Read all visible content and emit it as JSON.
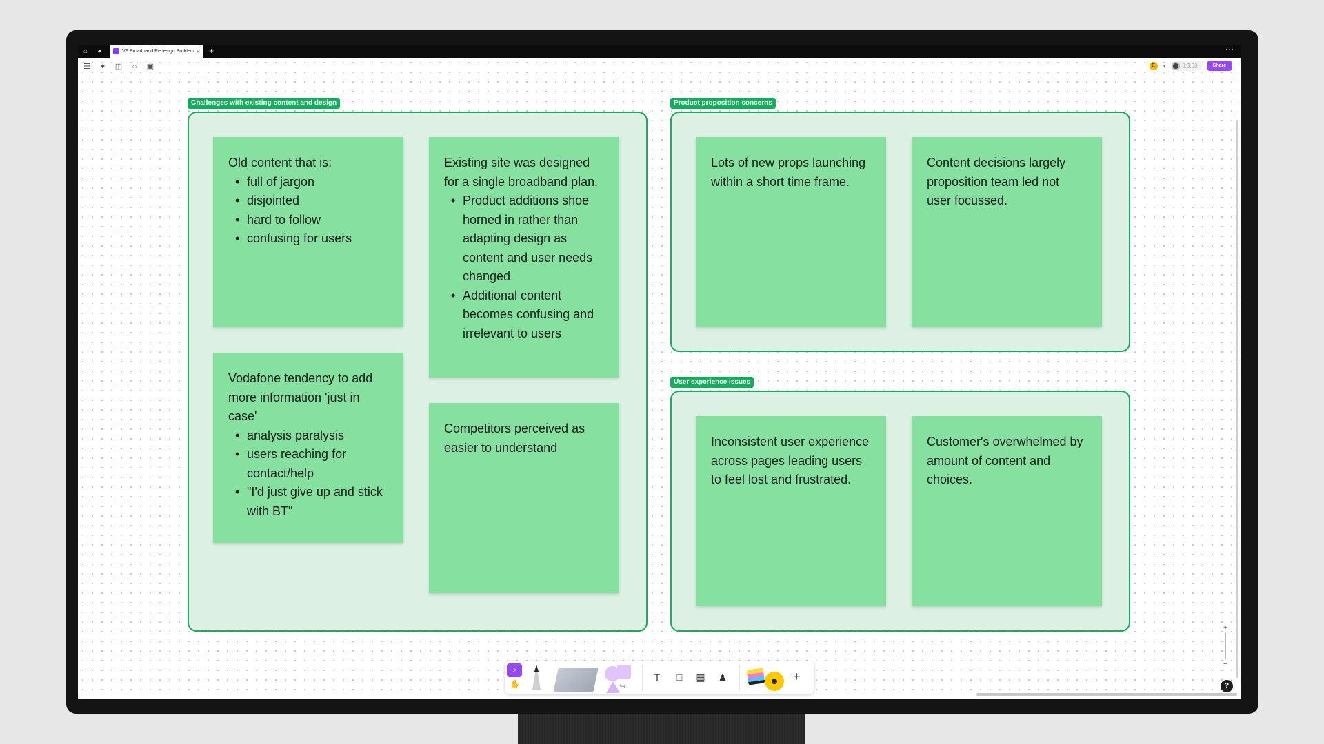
{
  "browser": {
    "tab_title": "VF Broadband Redesign Problem",
    "tab_close": "×",
    "new_tab": "+",
    "more": "···"
  },
  "top_toolbar": {
    "icons": [
      "menu-icon",
      "ai-sparkle-icon",
      "layout-icon",
      "comment-icon",
      "frame-icon"
    ],
    "presence_initial": "E",
    "timer": "0:3:00",
    "share_label": "Share",
    "accent_color": "#9747ff"
  },
  "sections": [
    {
      "label": "Challenges with existing content and design",
      "stickies": [
        {
          "intro": "Old content that is:",
          "bullets": [
            "full of jargon",
            "disjointed",
            "hard to follow",
            "confusing for users"
          ]
        },
        {
          "intro": "Existing site was designed for a single broadband plan.",
          "bullets": [
            "Product additions shoe horned in rather than adapting design as content and user needs changed",
            "Additional content becomes confusing and irrelevant to users"
          ]
        },
        {
          "intro": "Vodafone tendency to add more information 'just in case'",
          "bullets": [
            "analysis paralysis",
            "users reaching for contact/help",
            "\"I'd just give up and stick with BT\""
          ]
        },
        {
          "intro": "Competitors perceived as easier to understand",
          "bullets": []
        }
      ]
    },
    {
      "label": "Product proposition concerns",
      "stickies": [
        {
          "intro": "Lots of new props launching within a short time frame.",
          "bullets": []
        },
        {
          "intro": "Content decisions largely proposition team led not user focussed.",
          "bullets": []
        }
      ]
    },
    {
      "label": "User experience issues",
      "stickies": [
        {
          "intro": "Inconsistent user experience across pages leading users to feel lost and frustrated.",
          "bullets": []
        },
        {
          "intro": "Customer's overwhelmed by amount of content and choices.",
          "bullets": []
        }
      ]
    }
  ],
  "colors": {
    "section_border": "#14ae5c",
    "section_fill": "#dcf1e3",
    "sticky_fill": "#86e0a0"
  },
  "bottom_toolbar": {
    "tools": [
      "cursor-icon",
      "hand-icon",
      "marker-icon",
      "paper-icon",
      "shapes-icon",
      "text-icon",
      "section-icon",
      "table-icon",
      "stamp-icon",
      "stickers-icon",
      "emoji-icon",
      "plus-icon"
    ],
    "text_tool": "T",
    "add": "+"
  },
  "zoom": {
    "in": "+",
    "out": "−"
  },
  "help": "?"
}
